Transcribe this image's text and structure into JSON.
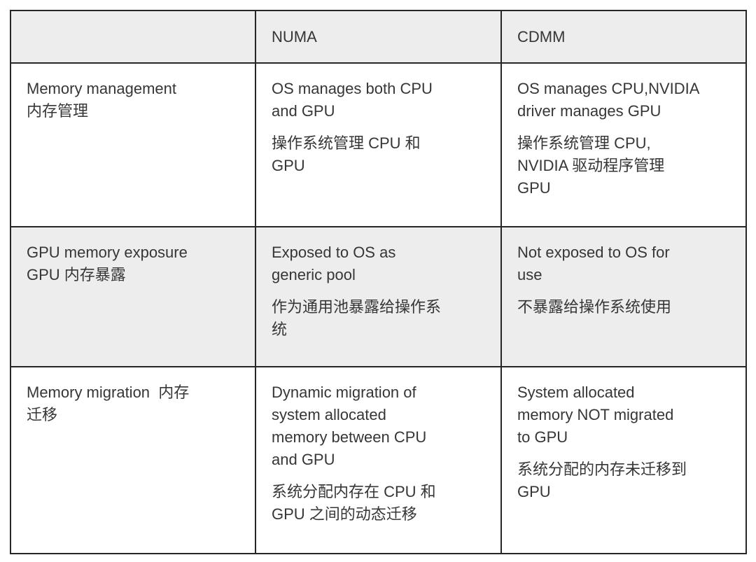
{
  "table": {
    "header": {
      "feature": "",
      "numa": "NUMA",
      "cdmm": "CDMM"
    },
    "rows": [
      {
        "feature": "Memory management\n内存管理",
        "numa_en": "OS manages both CPU\nand GPU",
        "numa_zh": "操作系统管理 CPU 和\nGPU",
        "cdmm_en": "OS manages CPU,NVIDIA\ndriver manages GPU",
        "cdmm_zh": "操作系统管理 CPU,\nNVIDIA 驱动程序管理\nGPU"
      },
      {
        "feature": "GPU memory exposure\nGPU 内存暴露",
        "numa_en": "Exposed to OS as\ngeneric pool",
        "numa_zh": "作为通用池暴露给操作系\n统",
        "cdmm_en": "Not exposed to OS for\nuse",
        "cdmm_zh": "不暴露给操作系统使用"
      },
      {
        "feature": "Memory migration  内存\n迁移",
        "numa_en": "Dynamic migration of\nsystem allocated\nmemory between CPU\nand GPU",
        "numa_zh": "系统分配内存在 CPU 和\nGPU 之间的动态迁移",
        "cdmm_en": "System allocated\nmemory NOT migrated\nto GPU",
        "cdmm_zh": "系统分配的内存未迁移到\nGPU"
      }
    ],
    "colors": {
      "stripe_bg": "#ededed",
      "border": "#262626",
      "text": "#363636",
      "page_bg": "#ffffff"
    }
  }
}
